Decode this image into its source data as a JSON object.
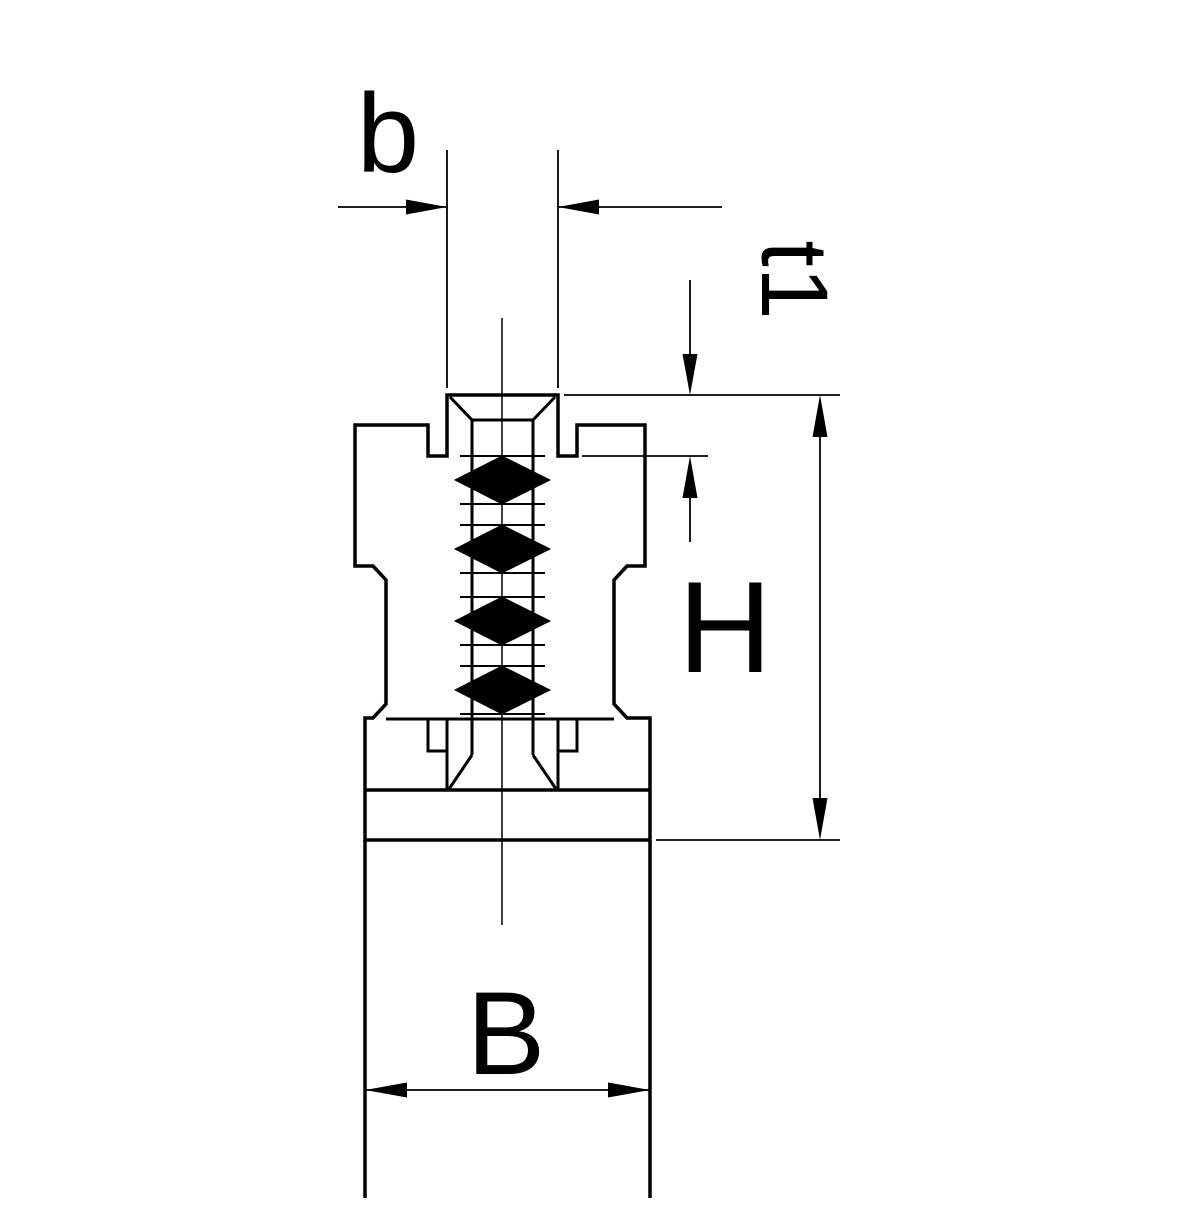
{
  "drawing": {
    "background": "#ffffff",
    "part_fill": "#e9e9e9",
    "line_color": "#000000",
    "dimensions": {
      "b": {
        "label": "b"
      },
      "t1": {
        "label": "t1"
      },
      "H": {
        "label": "H"
      },
      "B": {
        "label": "B"
      }
    }
  }
}
